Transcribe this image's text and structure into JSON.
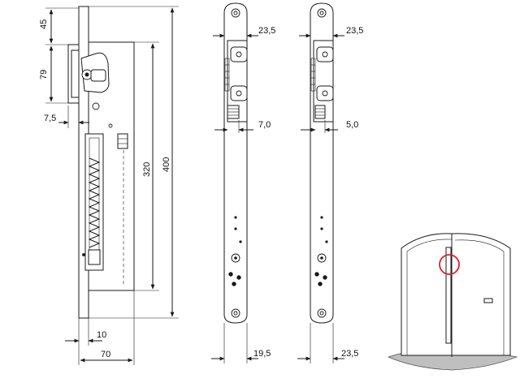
{
  "dimensions": {
    "left_view": {
      "top_offset": "45",
      "bracket_height": "79",
      "backset": "7,5",
      "spring_length": "320",
      "total_height": "400",
      "flange": "10",
      "depth": "70"
    },
    "middle_view": {
      "offset_top": "23,5",
      "offset_mid": "7,0",
      "bottom_width": "19,5"
    },
    "right_view": {
      "offset_top": "23,5",
      "offset_mid": "5,0",
      "bottom_width": "23,5"
    }
  },
  "colors": {
    "line": "#1a1a1a",
    "highlight": "#d8232a",
    "floor": "#bfbfbf"
  }
}
